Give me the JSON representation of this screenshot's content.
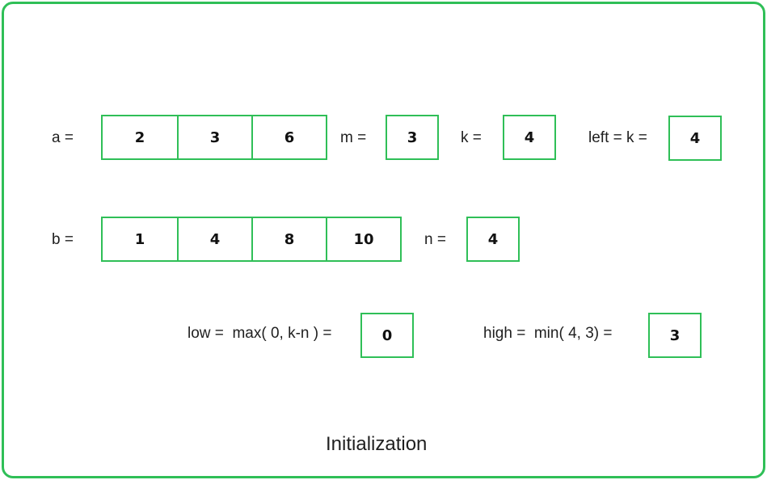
{
  "array_a": {
    "label": "a =",
    "values": [
      "2",
      "3",
      "6"
    ]
  },
  "array_b": {
    "label": "b =",
    "values": [
      "1",
      "4",
      "8",
      "10"
    ]
  },
  "m": {
    "label": "m =",
    "value": "3"
  },
  "k": {
    "label": "k =",
    "value": "4"
  },
  "left": {
    "label": "left = k =",
    "value": "4"
  },
  "n": {
    "label": "n =",
    "value": "4"
  },
  "low": {
    "label": "low =  max( 0, k-n ) =",
    "value": "0"
  },
  "high": {
    "label": "high =  min( 4, 3) =",
    "value": "3"
  },
  "caption": "Initialization",
  "colors": {
    "border": "#2fbf57",
    "text": "#1f1f1f"
  }
}
